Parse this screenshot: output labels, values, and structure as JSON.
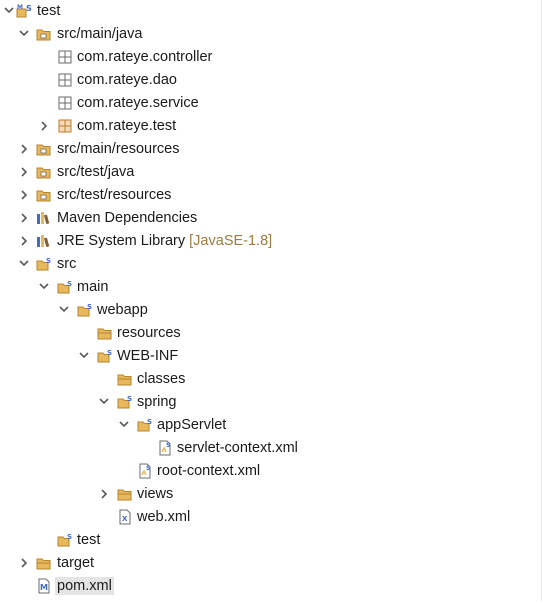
{
  "tree": {
    "items": [
      {
        "label": "test",
        "decoration": ""
      },
      {
        "label": "src/main/java",
        "decoration": ""
      },
      {
        "label": "com.rateye.controller",
        "decoration": ""
      },
      {
        "label": "com.rateye.dao",
        "decoration": ""
      },
      {
        "label": "com.rateye.service",
        "decoration": ""
      },
      {
        "label": "com.rateye.test",
        "decoration": ""
      },
      {
        "label": "src/main/resources",
        "decoration": ""
      },
      {
        "label": "src/test/java",
        "decoration": ""
      },
      {
        "label": "src/test/resources",
        "decoration": ""
      },
      {
        "label": "Maven Dependencies",
        "decoration": ""
      },
      {
        "label": "JRE System Library",
        "decoration": "[JavaSE-1.8]"
      },
      {
        "label": "src",
        "decoration": ""
      },
      {
        "label": "main",
        "decoration": ""
      },
      {
        "label": "webapp",
        "decoration": ""
      },
      {
        "label": "resources",
        "decoration": ""
      },
      {
        "label": "WEB-INF",
        "decoration": ""
      },
      {
        "label": "classes",
        "decoration": ""
      },
      {
        "label": "spring",
        "decoration": ""
      },
      {
        "label": "appServlet",
        "decoration": ""
      },
      {
        "label": "servlet-context.xml",
        "decoration": ""
      },
      {
        "label": "root-context.xml",
        "decoration": ""
      },
      {
        "label": "views",
        "decoration": ""
      },
      {
        "label": "web.xml",
        "decoration": ""
      },
      {
        "label": "test",
        "decoration": ""
      },
      {
        "label": "target",
        "decoration": ""
      },
      {
        "label": "pom.xml",
        "decoration": ""
      }
    ]
  },
  "colors": {
    "folder": "#e8b85c",
    "folder_dark": "#b6852c",
    "package": "#6b6b6b",
    "package_test": "#c27a2e",
    "maven_blue": "#3d6bd1",
    "chevron": "#5a5a5a",
    "selection": "#e4e4e4",
    "decoration": "#a17a3c"
  }
}
